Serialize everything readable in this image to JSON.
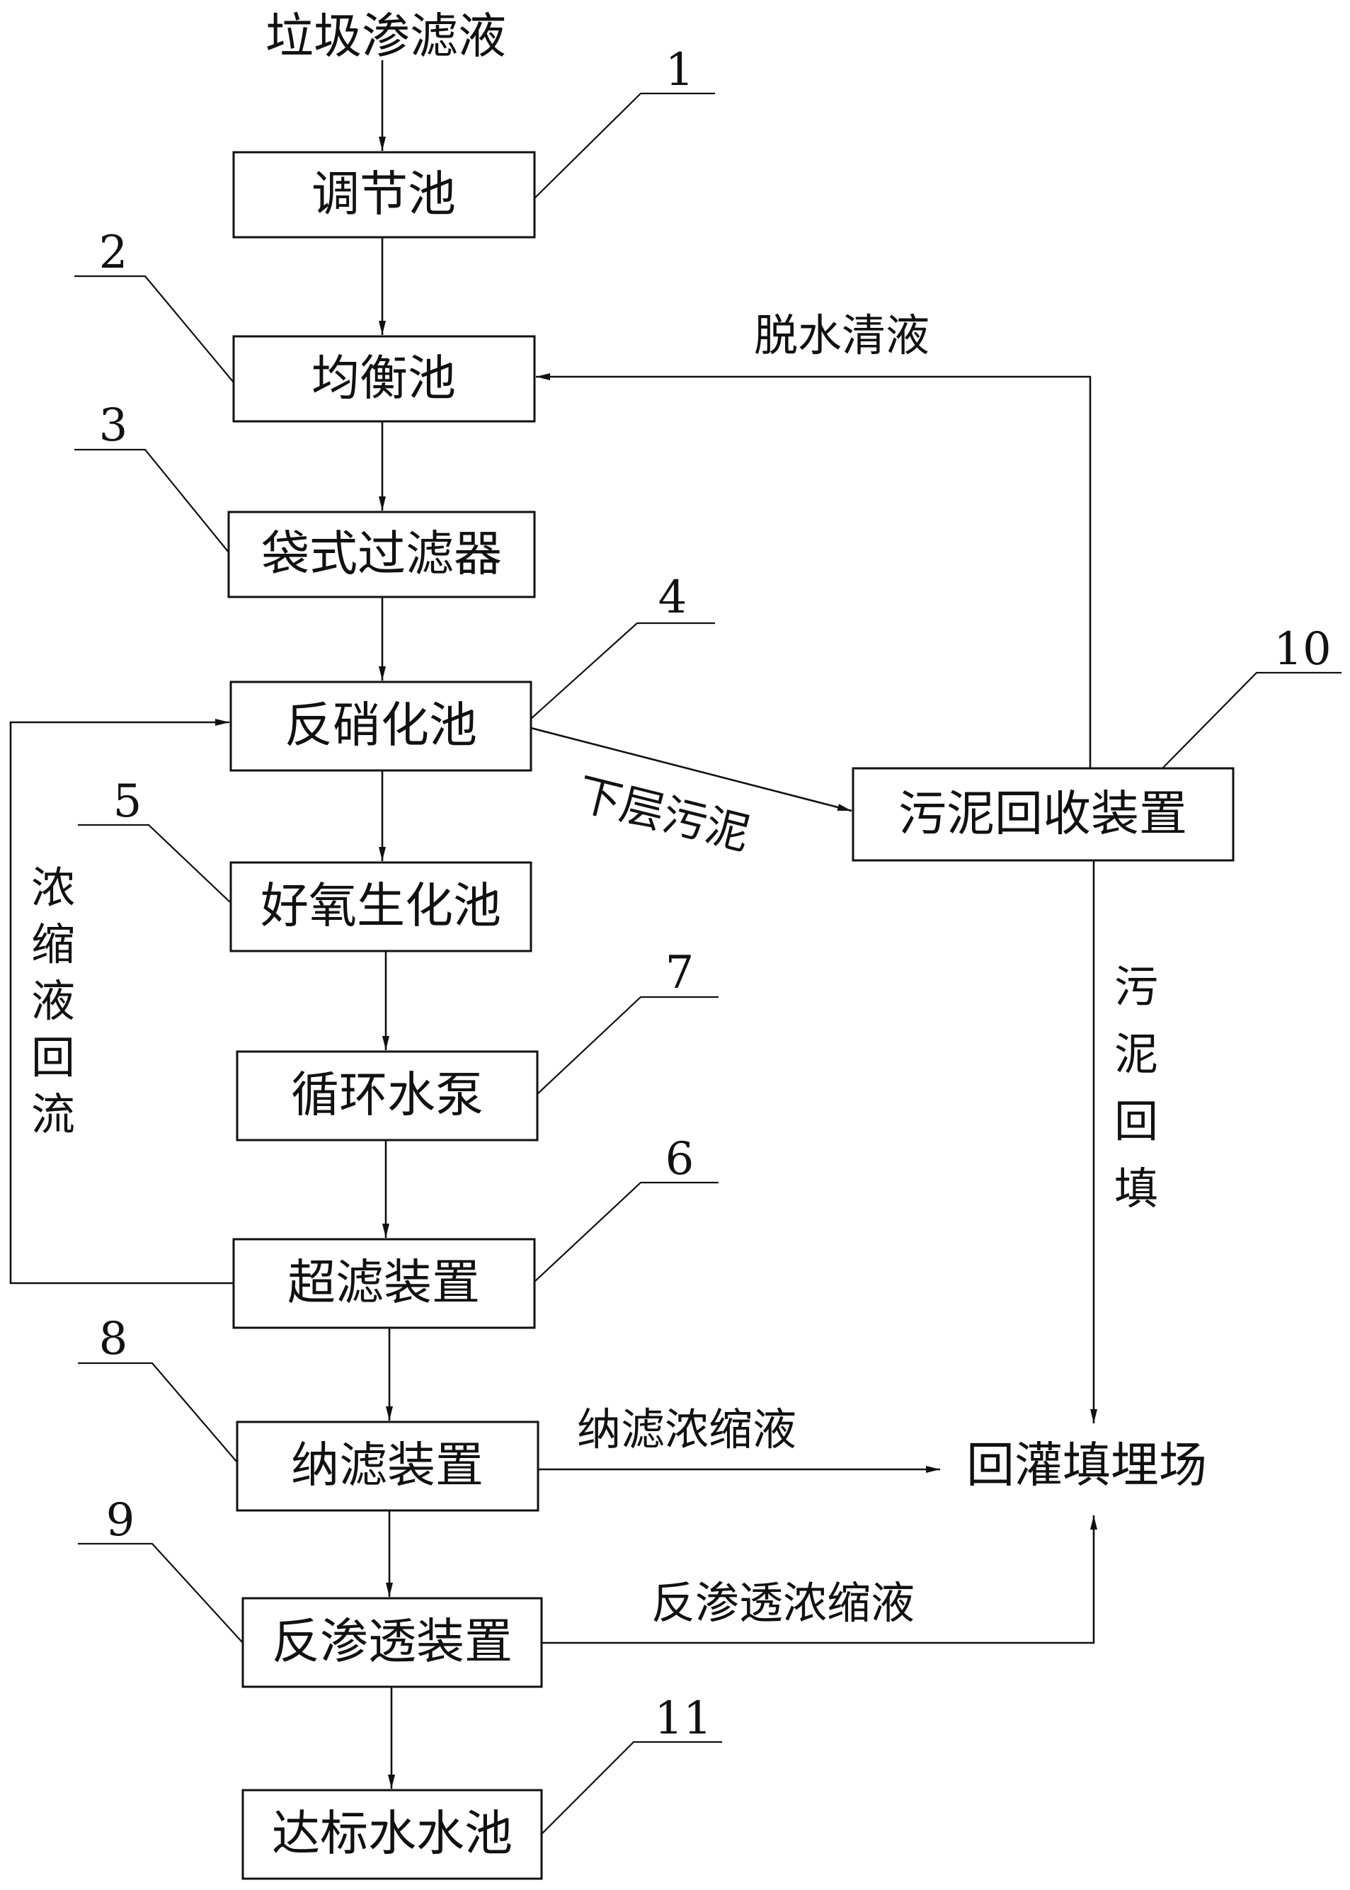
{
  "diagram": {
    "input_label": "垃圾渗滤液",
    "boxes": {
      "b1": "调节池",
      "b2": "均衡池",
      "b3": "袋式过滤器",
      "b4": "反硝化池",
      "b5": "好氧生化池",
      "b7": "循环水泵",
      "b6": "超滤装置",
      "b8": "纳滤装置",
      "b9": "反渗透装置",
      "b11": "达标水水池",
      "b10": "污泥回收装置",
      "landfill": "回灌填埋场"
    },
    "numbers": {
      "n1": "1",
      "n2": "2",
      "n3": "3",
      "n4": "4",
      "n5": "5",
      "n6": "6",
      "n7": "7",
      "n8": "8",
      "n9": "9",
      "n10": "10",
      "n11": "11"
    },
    "flow_labels": {
      "dewater": "脱水清液",
      "lower_sludge": "下层污泥",
      "nf_concentrate": "纳滤浓缩液",
      "ro_concentrate": "反渗透浓缩液",
      "sludge_backfill": [
        "污",
        "泥",
        "回",
        "填"
      ],
      "concentrate_return": [
        "浓",
        "缩",
        "液",
        "回",
        "流"
      ]
    }
  }
}
